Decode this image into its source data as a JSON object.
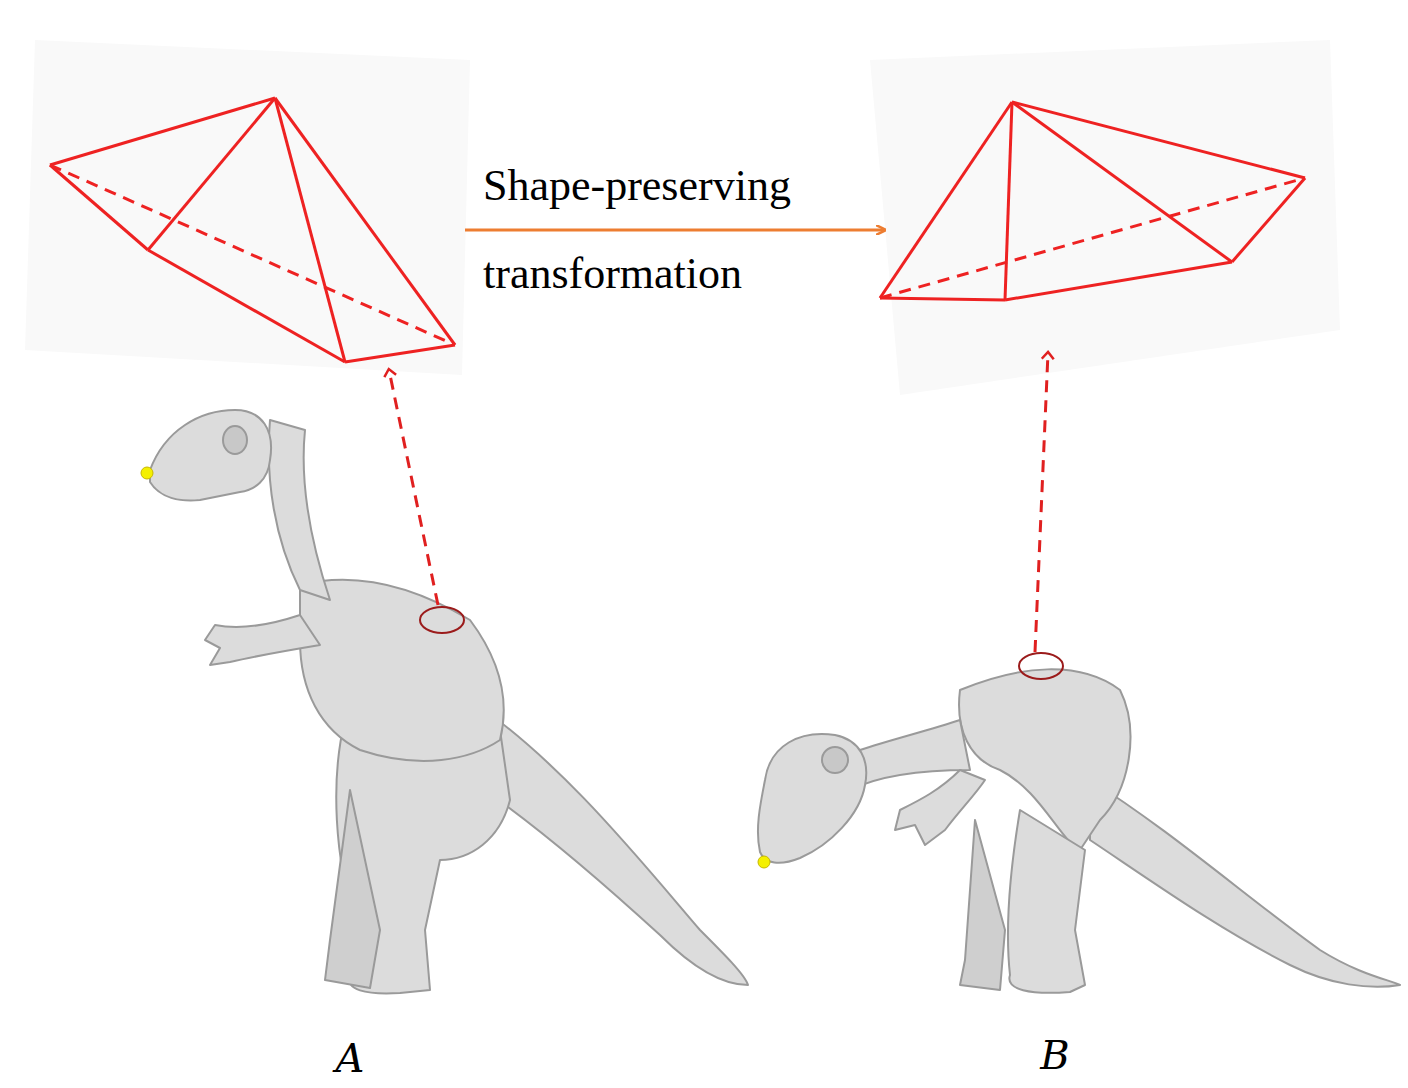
{
  "diagram": {
    "labels": [
      "Shape-preserving",
      "transformation",
      "A",
      "B"
    ]
  }
}
